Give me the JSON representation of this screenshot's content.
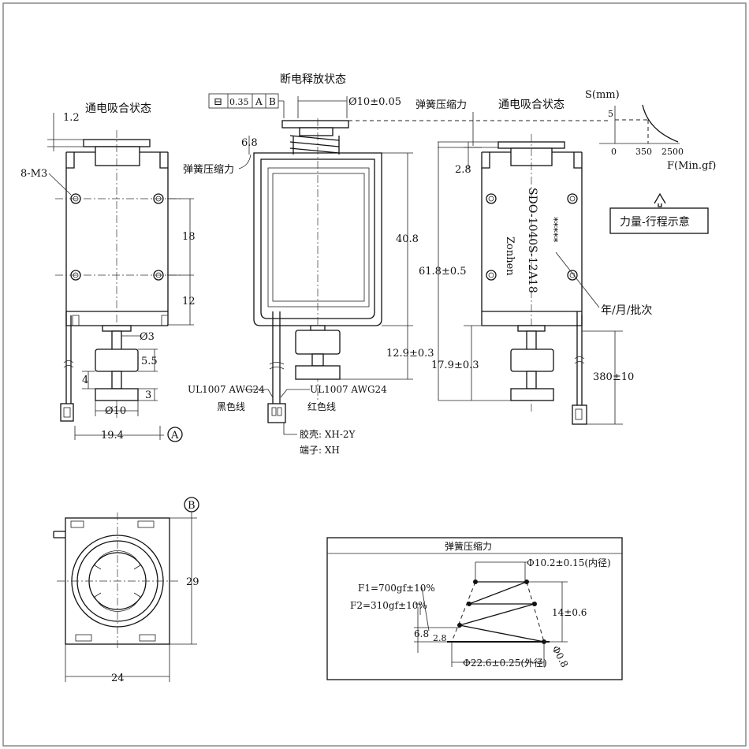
{
  "views": {
    "energized_left": {
      "title": "通电吸合状态",
      "dim_top": "1.2",
      "screw_label": "8-M3",
      "dim_18": "18",
      "dim_12": "12",
      "dim_phi3": "Ø3",
      "dim_5_5": "5.5",
      "dim_4": "4",
      "dim_3": "3",
      "dim_phi10": "Ø10",
      "dim_width": "19.4",
      "datum": "A"
    },
    "released": {
      "title": "断电释放状态",
      "tol_flatness": "⊟",
      "tol_value": "0.35",
      "tol_ref_a": "A",
      "tol_ref_b": "B",
      "dim_phi10": "Ø10±0.05",
      "dim_6_8": "6.8",
      "spring_label": "弹簧压缩力",
      "dim_40_8": "40.8",
      "dim_12_9": "12.9±0.3",
      "wire_black_spec": "UL1007 AWG24",
      "wire_black_color": "黑色线",
      "wire_red_spec": "UL1007 AWG24",
      "wire_red_color": "红色线",
      "housing": "胶壳: XH-2Y",
      "terminal": "端子: XH"
    },
    "energized_right": {
      "spring_label": "弹簧压缩力",
      "title": "通电吸合状态",
      "dim_2_8": "2.8",
      "dim_61_8": "61.8±0.5",
      "dim_17_9": "17.9±0.3",
      "dim_380": "380±10",
      "brand": "Zonhen",
      "model": "SDO-1040S-12A18",
      "batch_mark": "*****",
      "batch_label": "年/月/批次"
    },
    "force_curve": {
      "y_axis": "S(mm)",
      "x_axis": "F(Min.gf)",
      "y_tick": "5",
      "x_ticks": [
        "0",
        "350",
        "2500"
      ],
      "caption": "力量-行程示意"
    },
    "bottom_view": {
      "datum": "B",
      "dim_height": "29",
      "dim_width": "24"
    },
    "spring_detail": {
      "title": "弹簧压缩力",
      "dim_inner": "Φ10.2±0.15(内径)",
      "f1": "F1=700gf±10%",
      "f2": "F2=310gf±10%",
      "dim_6_8": "6.8",
      "dim_2_8": "2.8",
      "dim_height": "14±0.6",
      "dim_outer": "Φ22.6±0.25(外径)",
      "dim_wire": "Φ0.8"
    }
  },
  "colors": {
    "line": "#111111",
    "background": "#ffffff",
    "frame": "#888888"
  }
}
